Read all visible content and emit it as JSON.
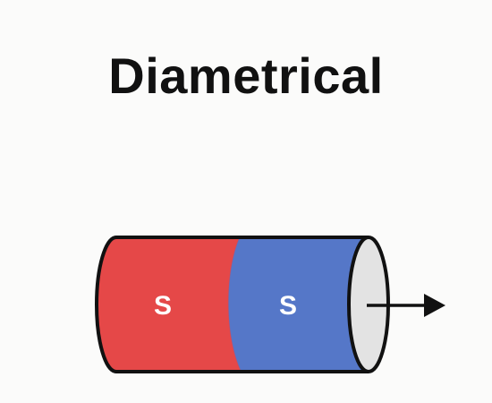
{
  "title": "Diametrical",
  "magnet": {
    "left_pole_label": "S",
    "right_pole_label": "S",
    "colors": {
      "left_half": "#e54848",
      "right_half": "#5577c8",
      "end_face": "#e3e3e3",
      "outline": "#111111",
      "arrow": "#111111",
      "background": "#fbfbfa"
    },
    "magnetization_direction": "right",
    "icons": [
      "arrow-right-icon"
    ]
  }
}
